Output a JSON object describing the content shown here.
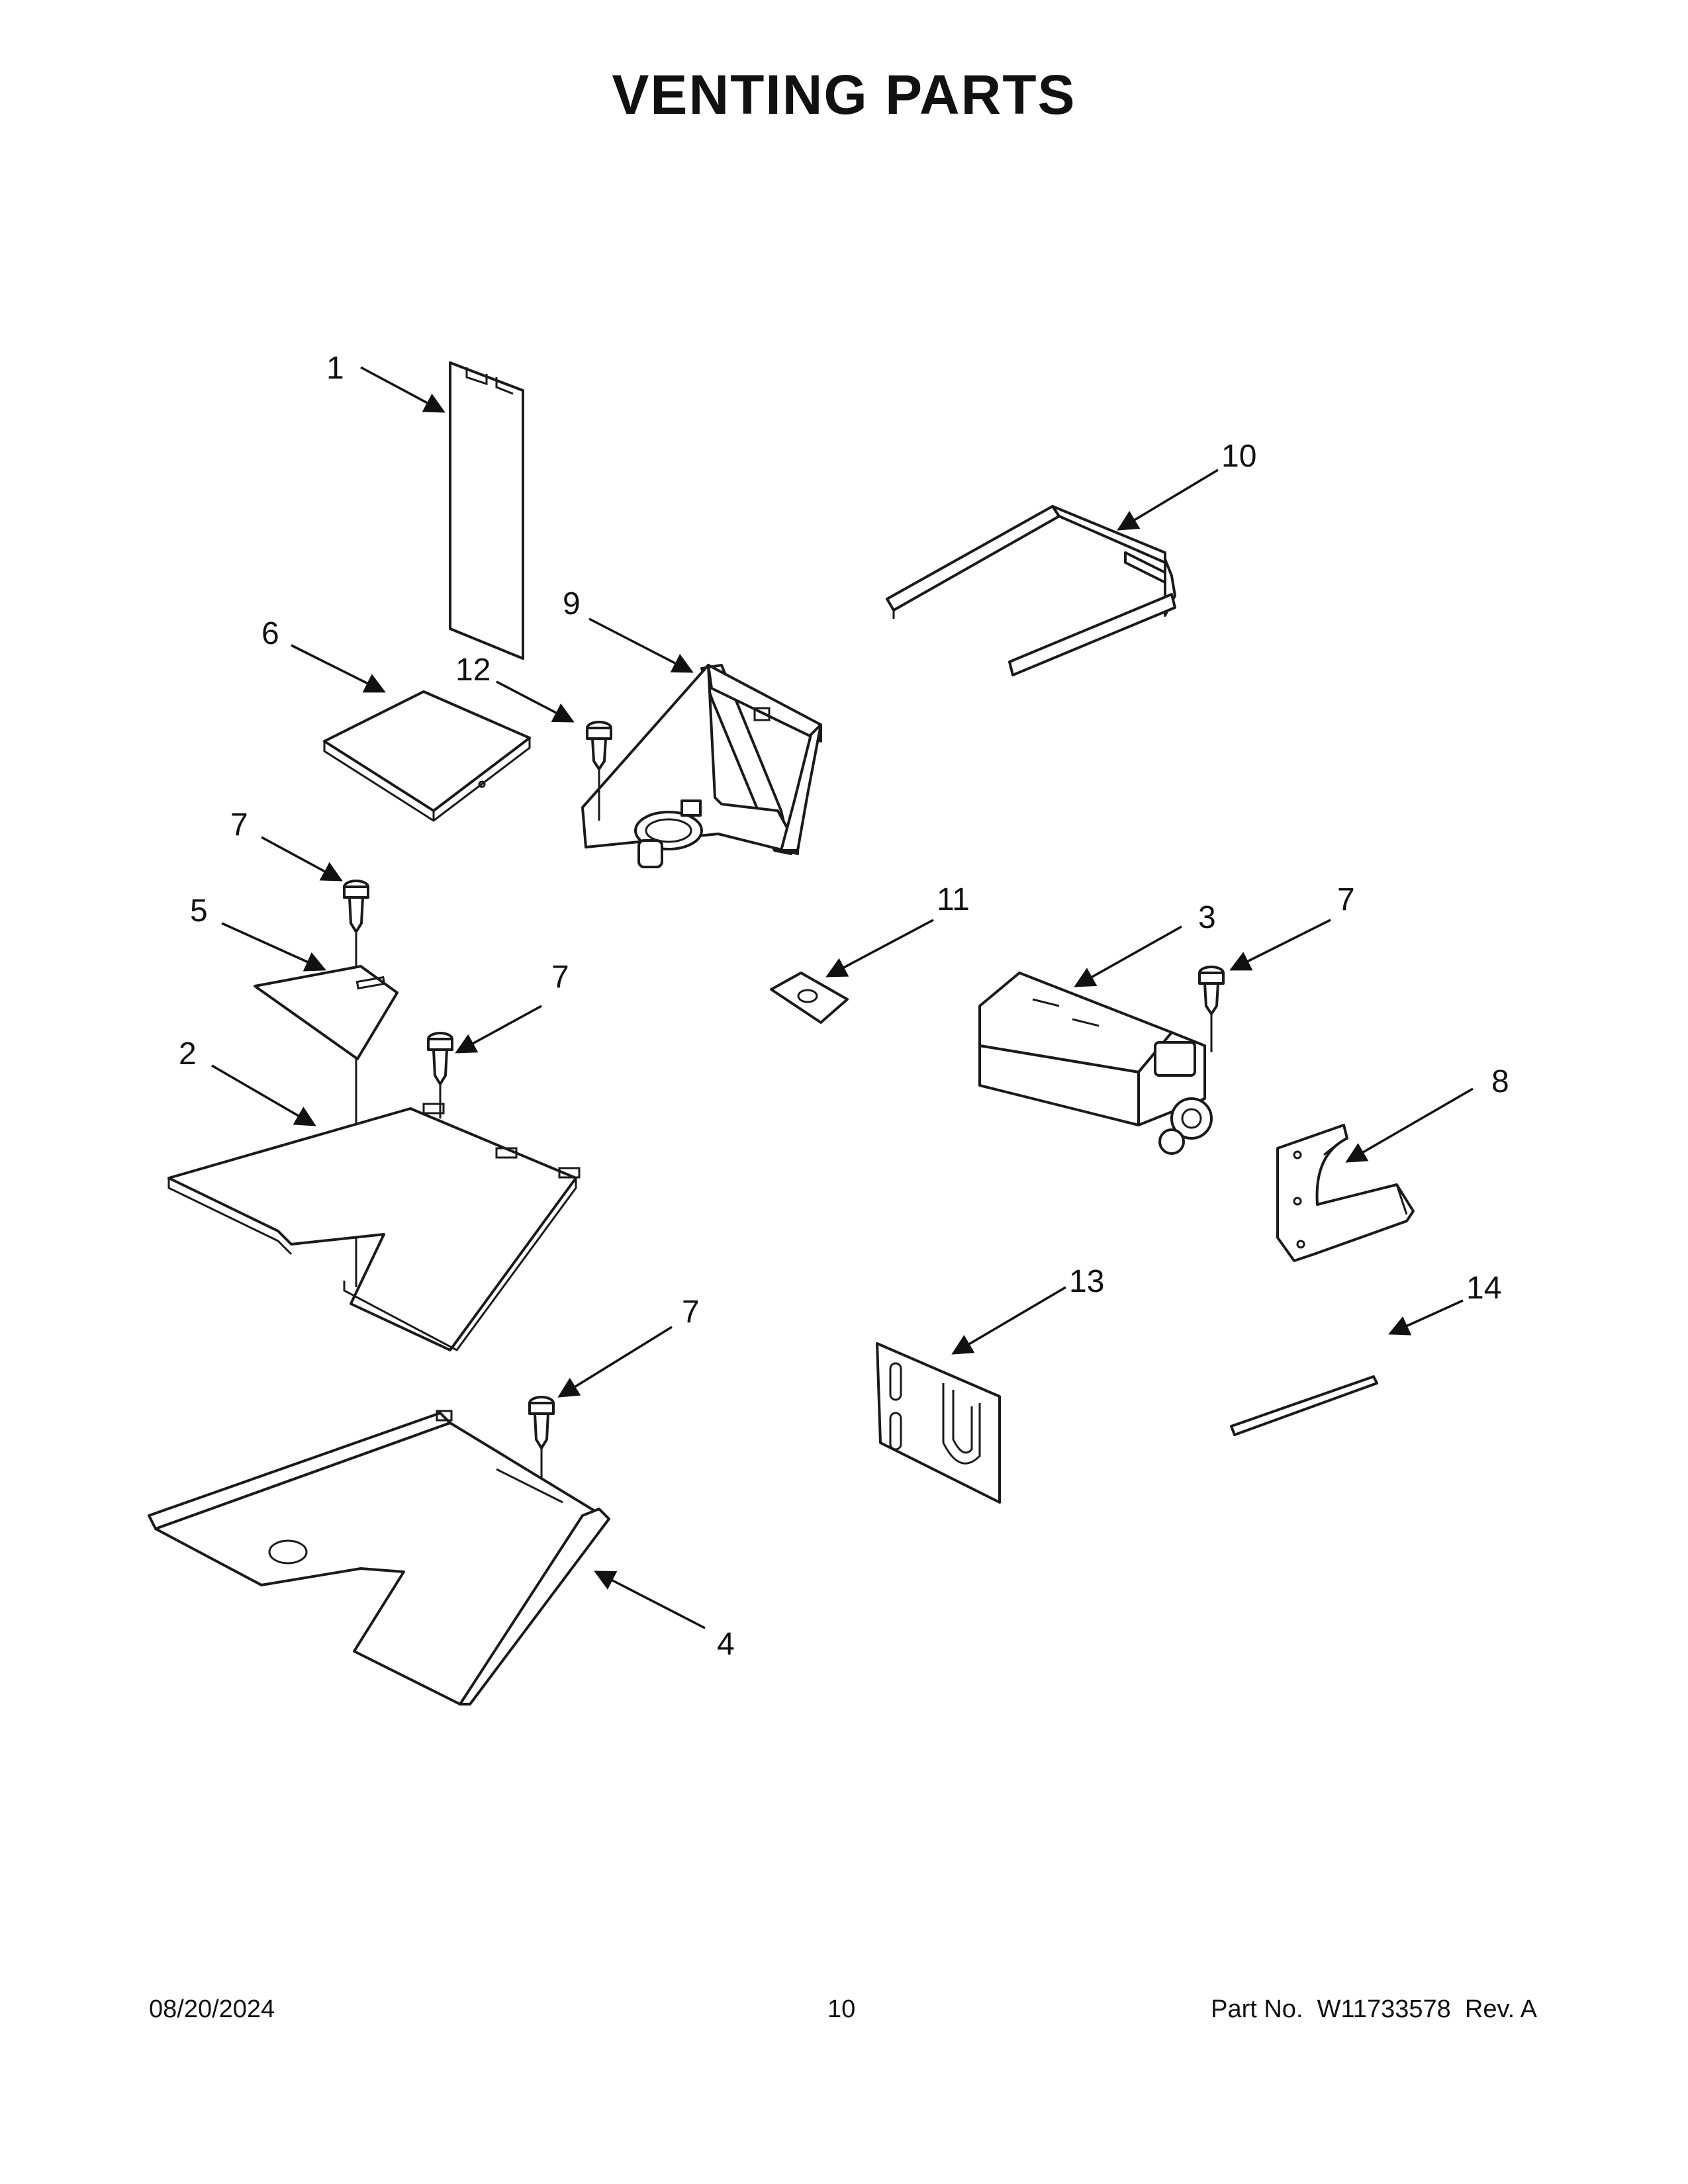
{
  "header": {
    "title": "VENTING PARTS"
  },
  "callouts": [
    {
      "id": "c1",
      "label": "1"
    },
    {
      "id": "c10",
      "label": "10"
    },
    {
      "id": "c9",
      "label": "9"
    },
    {
      "id": "c6",
      "label": "6"
    },
    {
      "id": "c12",
      "label": "12"
    },
    {
      "id": "c7a",
      "label": "7"
    },
    {
      "id": "c5",
      "label": "5"
    },
    {
      "id": "c7b",
      "label": "7"
    },
    {
      "id": "c2",
      "label": "2"
    },
    {
      "id": "c11",
      "label": "11"
    },
    {
      "id": "c3",
      "label": "3"
    },
    {
      "id": "c7c",
      "label": "7"
    },
    {
      "id": "c8",
      "label": "8"
    },
    {
      "id": "c13",
      "label": "13"
    },
    {
      "id": "c14",
      "label": "14"
    },
    {
      "id": "c7d",
      "label": "7"
    },
    {
      "id": "c4",
      "label": "4"
    }
  ],
  "footer": {
    "date": "08/20/2024",
    "page": "10",
    "part_prefix": "Part No.",
    "part_number": "W11733578",
    "rev": "Rev. A"
  }
}
